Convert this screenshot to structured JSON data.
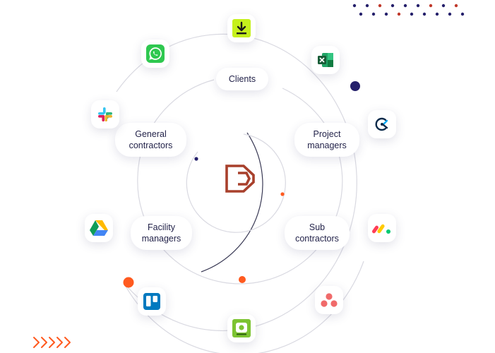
{
  "roles": {
    "clients": "Clients",
    "general_contractors": "General\ncontractors",
    "project_managers": "Project\nmanagers",
    "facility_managers": "Facility\nmanagers",
    "sub_contractors": "Sub\ncontractors"
  },
  "apps": [
    {
      "icon": "download-icon",
      "color": "#c5f01c"
    },
    {
      "icon": "whatsapp-icon",
      "color": "#2ec84f"
    },
    {
      "icon": "excel-icon",
      "color": "#1d7044"
    },
    {
      "icon": "slack-icon",
      "color": "#e01e5a"
    },
    {
      "icon": "clockify-icon",
      "color": "#03a9f4"
    },
    {
      "icon": "google-drive-icon",
      "color": "#1fa463"
    },
    {
      "icon": "monday-icon",
      "color": "#ff3d57"
    },
    {
      "icon": "trello-icon",
      "color": "#0079bf"
    },
    {
      "icon": "asana-icon",
      "color": "#f06a6a"
    },
    {
      "icon": "evernote-icon",
      "color": "#7cc331"
    }
  ],
  "colors": {
    "brand": "#a8402c",
    "accent_orange": "#ff5a1f",
    "accent_navy": "#25206b",
    "text": "#23234a",
    "ring": "#d9d9e1"
  }
}
